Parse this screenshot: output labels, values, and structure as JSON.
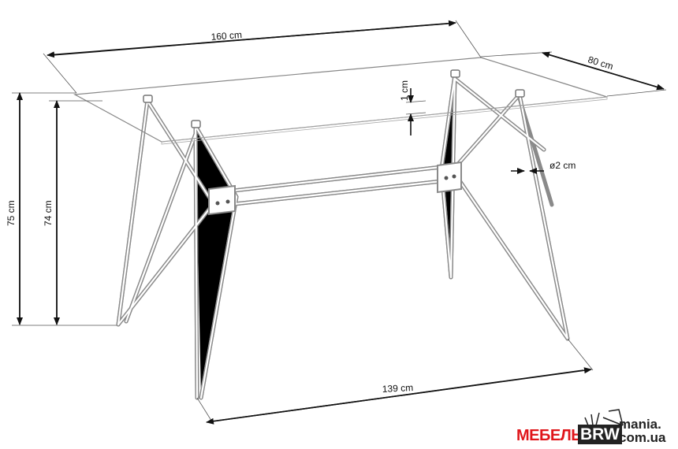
{
  "dimensions": {
    "length": "160 cm",
    "width": "80 cm",
    "top_thickness": "1 cm",
    "leg_diameter": "ø2 cm",
    "total_height": "75 cm",
    "leg_height": "74 cm",
    "leg_span": "139 cm"
  },
  "logo": {
    "part1": "МЕБЕЛЬ",
    "part2": "BRW",
    "part3": "mania.",
    "part4": "com.ua"
  },
  "colors": {
    "logo_red": "#e0161b",
    "leg": "#8a8a8a"
  }
}
